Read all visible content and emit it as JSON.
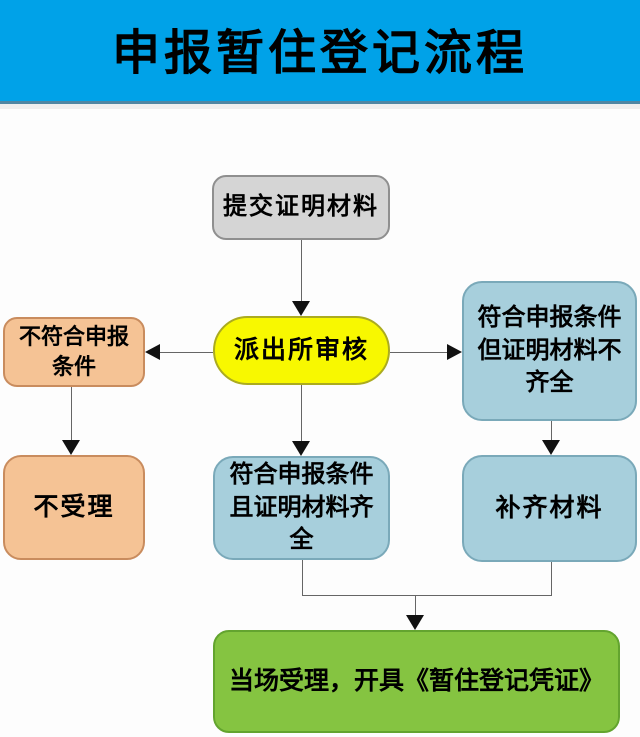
{
  "title": "申报暂住登记流程",
  "nodes": {
    "submit": {
      "label": "提交证明材料"
    },
    "review": {
      "label": "派出所审核"
    },
    "not_meet": {
      "label": "不符合申报条件"
    },
    "not_accept": {
      "label": "不受理"
    },
    "meet_incomplete": {
      "label": "符合申报条件但证明材料不齐全"
    },
    "meet_complete": {
      "label": "符合申报条件且证明材料齐全"
    },
    "supplement": {
      "label": "补齐材料"
    },
    "accept": {
      "label": "当场受理，开具《暂住登记凭证》"
    }
  },
  "edges": [
    {
      "from": "submit",
      "to": "review"
    },
    {
      "from": "review",
      "to": "not_meet"
    },
    {
      "from": "review",
      "to": "meet_incomplete"
    },
    {
      "from": "review",
      "to": "meet_complete"
    },
    {
      "from": "not_meet",
      "to": "not_accept"
    },
    {
      "from": "meet_incomplete",
      "to": "supplement"
    },
    {
      "from": "meet_complete",
      "to": "accept"
    },
    {
      "from": "supplement",
      "to": "accept"
    }
  ],
  "colors": {
    "bg": "#FDFDFD",
    "banner": "#00A2E8",
    "banner-edge": "#4e86a3",
    "text": "#000000",
    "line": "#666666",
    "arrow": "#111111",
    "gray-fill": "#D5D5D5",
    "gray-border": "#8F8F8F",
    "yellow-fill": "#F8F800",
    "yellow-border": "#ABAB20",
    "orange-fill": "#F5C395",
    "orange-border": "#C98C5E",
    "blue-fill": "#A7CFDC",
    "blue-border": "#7AA9B9",
    "green-fill": "#85C441",
    "green-border": "#63A42F"
  }
}
